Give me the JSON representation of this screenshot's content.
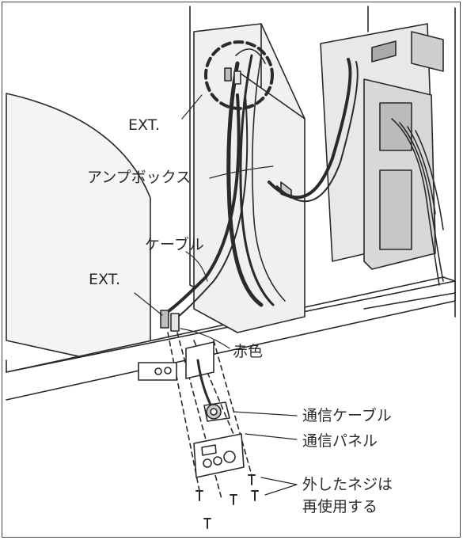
{
  "labels": {
    "ext_top": "EXT.",
    "amp_box": "アンプボックス",
    "cable": "ケーブル",
    "ext_left": "EXT.",
    "red": "赤色",
    "comm_cable": "通信ケーブル",
    "comm_panel": "通信パネル",
    "reuse_line1": "外したネジは",
    "reuse_line2": "再使用する"
  },
  "colors": {
    "line": "#2a2a2a",
    "fill_light": "#e6e6e6",
    "fill_mid": "#bdbdbd",
    "background": "#ffffff"
  }
}
